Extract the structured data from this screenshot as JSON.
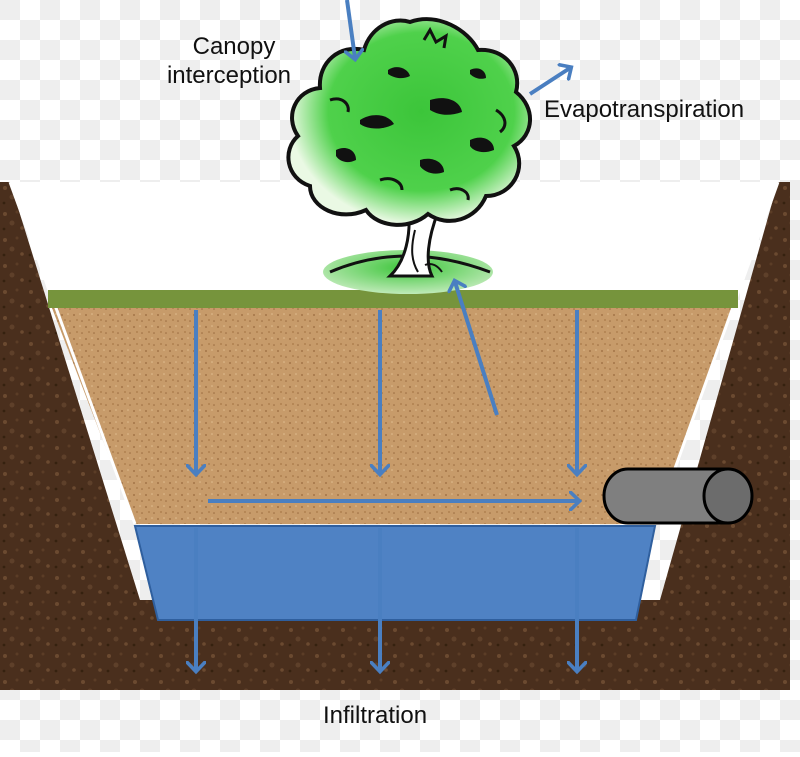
{
  "labels": {
    "canopy_line1": "Canopy",
    "canopy_line2": "interception",
    "evapotranspiration": "Evapotranspiration",
    "infiltration": "Infiltration"
  },
  "colors": {
    "checker_a": "#ffffff",
    "checker_b": "#eeeeee",
    "soil_dark": "#4a2f1d",
    "soil_light": "#6b4a30",
    "sand": "#c79b6a",
    "sand_speck": "#a37448",
    "grass_strip": "#76943c",
    "water": "#4f82c4",
    "water_edge": "#2f5f9e",
    "arrow": "#4a7fc1",
    "tree_outer": "#eaf9e4",
    "tree_green": "#3cc53a",
    "tree_dark": "#111111",
    "pipe": "#7f7f7f",
    "pipe_face": "#6c6c6c"
  }
}
